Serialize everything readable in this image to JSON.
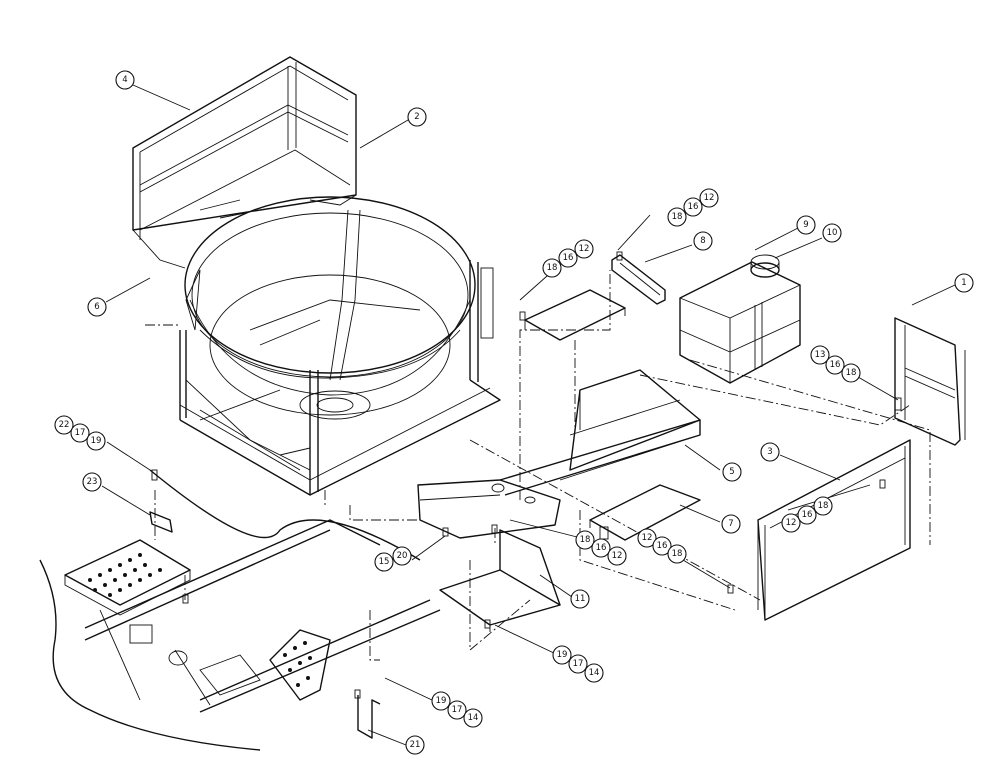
{
  "callouts": [
    {
      "id": "c4",
      "label": "4"
    },
    {
      "id": "c2",
      "label": "2"
    },
    {
      "id": "c6",
      "label": "6"
    },
    {
      "id": "c18a",
      "label": "18"
    },
    {
      "id": "c16a",
      "label": "16"
    },
    {
      "id": "c12a",
      "label": "12"
    },
    {
      "id": "c18b",
      "label": "18"
    },
    {
      "id": "c16b",
      "label": "16"
    },
    {
      "id": "c12b",
      "label": "12"
    },
    {
      "id": "c8",
      "label": "8"
    },
    {
      "id": "c9",
      "label": "9"
    },
    {
      "id": "c10",
      "label": "10"
    },
    {
      "id": "c1",
      "label": "1"
    },
    {
      "id": "c13",
      "label": "13"
    },
    {
      "id": "c16c",
      "label": "16"
    },
    {
      "id": "c18c",
      "label": "18"
    },
    {
      "id": "c3",
      "label": "3"
    },
    {
      "id": "c12d",
      "label": "12"
    },
    {
      "id": "c16d",
      "label": "16"
    },
    {
      "id": "c18d",
      "label": "18"
    },
    {
      "id": "c5",
      "label": "5"
    },
    {
      "id": "c7",
      "label": "7"
    },
    {
      "id": "c12e",
      "label": "12"
    },
    {
      "id": "c16e",
      "label": "16"
    },
    {
      "id": "c18e",
      "label": "18"
    },
    {
      "id": "c22",
      "label": "22"
    },
    {
      "id": "c17a",
      "label": "17"
    },
    {
      "id": "c19a",
      "label": "19"
    },
    {
      "id": "c23",
      "label": "23"
    },
    {
      "id": "c15",
      "label": "15"
    },
    {
      "id": "c20",
      "label": "20"
    },
    {
      "id": "c18f",
      "label": "18"
    },
    {
      "id": "c16f",
      "label": "16"
    },
    {
      "id": "c12f",
      "label": "12"
    },
    {
      "id": "c11",
      "label": "11"
    },
    {
      "id": "c19b",
      "label": "19"
    },
    {
      "id": "c17b",
      "label": "17"
    },
    {
      "id": "c14a",
      "label": "14"
    },
    {
      "id": "c19c",
      "label": "19"
    },
    {
      "id": "c17c",
      "label": "17"
    },
    {
      "id": "c14b",
      "label": "14"
    },
    {
      "id": "c21",
      "label": "21"
    }
  ]
}
